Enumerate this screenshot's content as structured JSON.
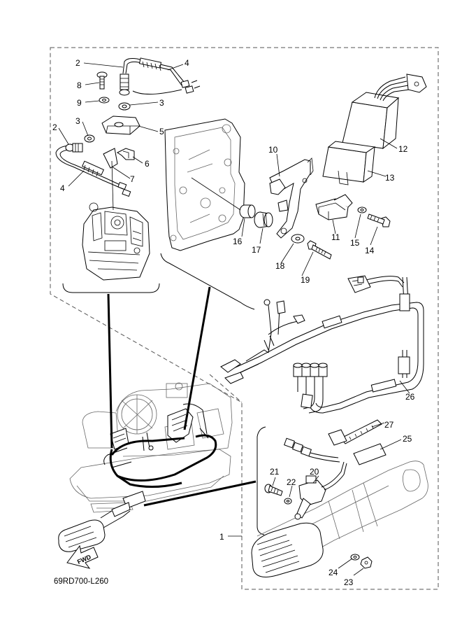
{
  "drawing_code": "69RD700-L260",
  "fwd_label": "FWD",
  "callouts": {
    "c1": "1",
    "c2a": "2",
    "c2b": "2",
    "c3a": "3",
    "c3b": "3",
    "c4a": "4",
    "c4b": "4",
    "c5": "5",
    "c6": "6",
    "c7": "7",
    "c8": "8",
    "c9": "9",
    "c10": "10",
    "c11": "11",
    "c12": "12",
    "c13": "13",
    "c14": "14",
    "c15": "15",
    "c16": "16",
    "c17": "17",
    "c18": "18",
    "c19": "19",
    "c20": "20",
    "c21": "21",
    "c22": "22",
    "c23": "23",
    "c24": "24",
    "c25": "25",
    "c26": "26",
    "c27": "27"
  }
}
